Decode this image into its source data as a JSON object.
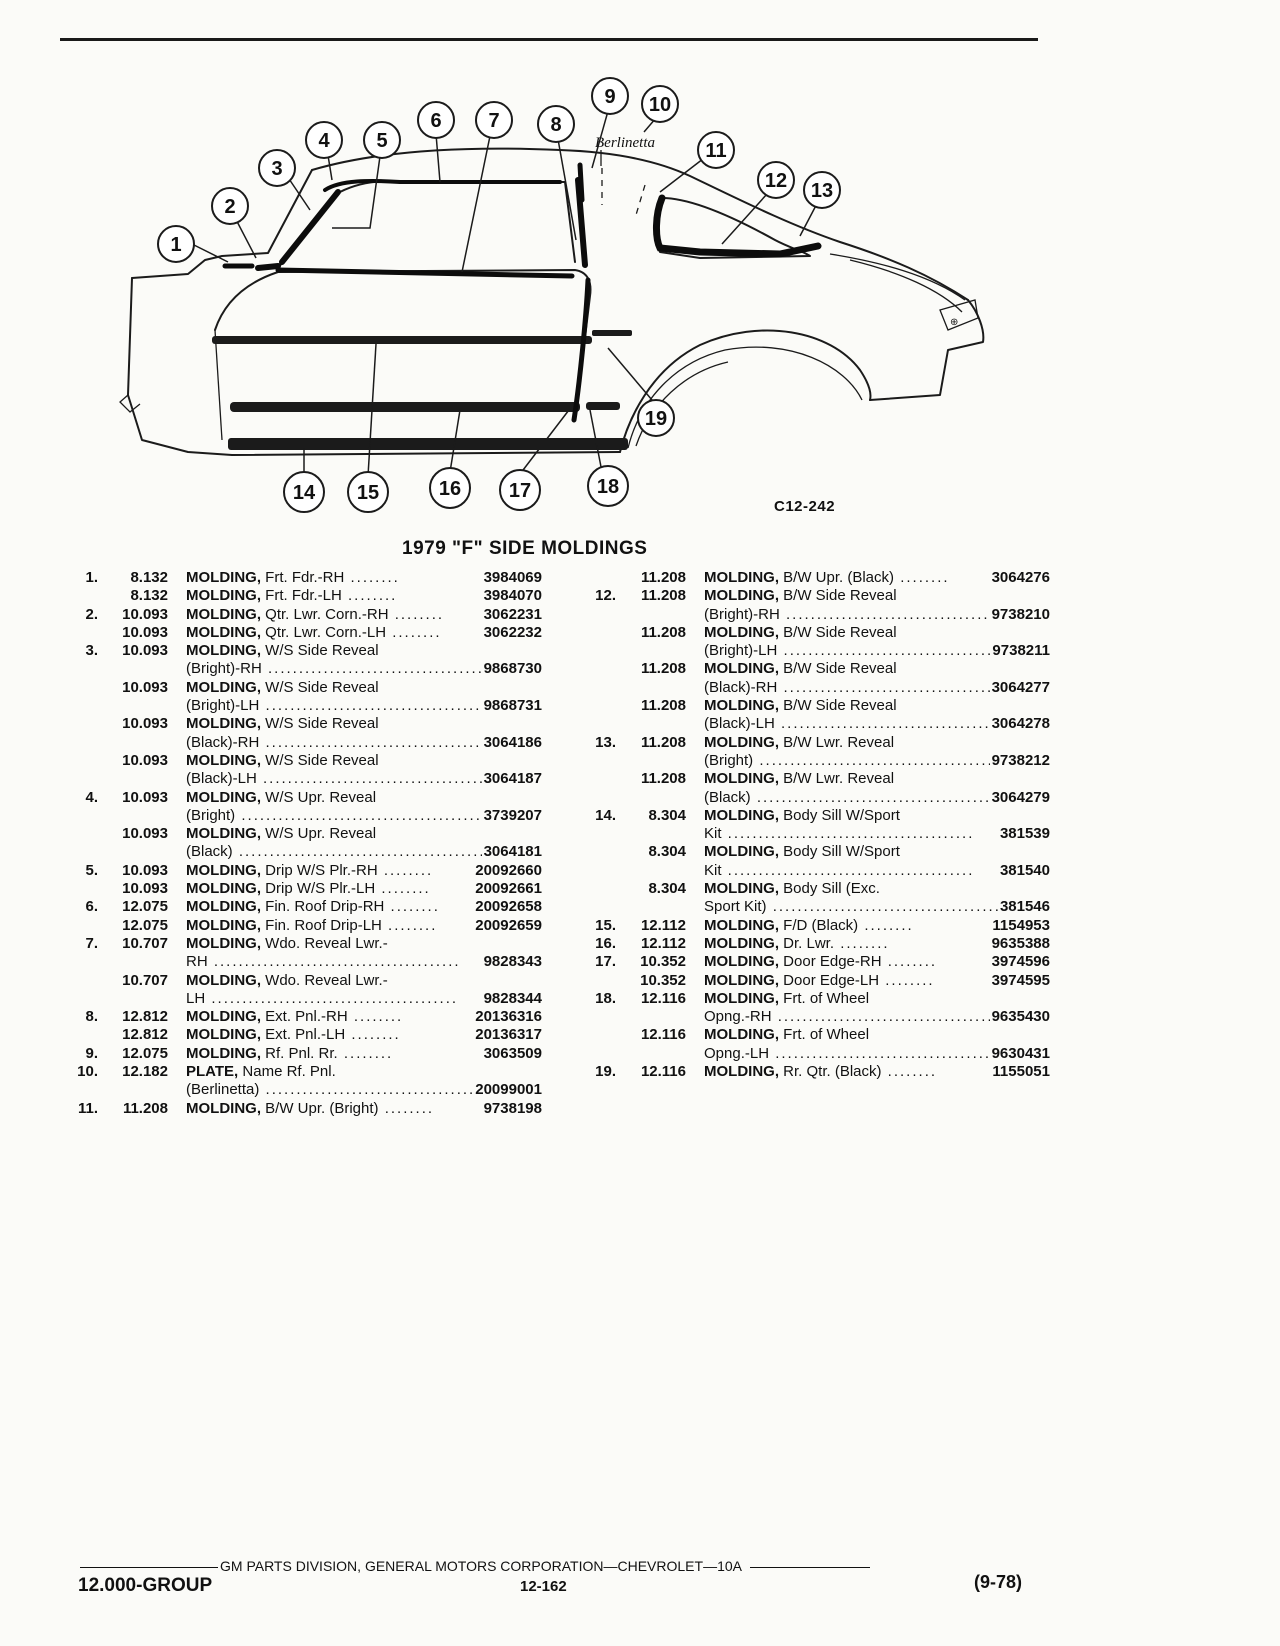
{
  "figure": {
    "code": "C12-242",
    "nameplate_script": "Berlinetta",
    "callouts": [
      "1",
      "2",
      "3",
      "4",
      "5",
      "6",
      "7",
      "8",
      "9",
      "10",
      "11",
      "12",
      "13",
      "14",
      "15",
      "16",
      "17",
      "18",
      "19"
    ]
  },
  "title": "1979 \"F\" SIDE MOLDINGS",
  "left_entries": [
    {
      "num": "1.",
      "code": "8.132",
      "name": "MOLDING,",
      "desc": "Frt. Fdr.-RH",
      "part": "3984069"
    },
    {
      "num": "",
      "code": "8.132",
      "name": "MOLDING,",
      "desc": "Frt. Fdr.-LH",
      "part": "3984070"
    },
    {
      "num": "2.",
      "code": "10.093",
      "name": "MOLDING,",
      "desc": "Qtr. Lwr. Corn.-RH",
      "part": "3062231"
    },
    {
      "num": "",
      "code": "10.093",
      "name": "MOLDING,",
      "desc": "Qtr. Lwr. Corn.-LH",
      "part": "3062232"
    },
    {
      "num": "3.",
      "code": "10.093",
      "name": "MOLDING,",
      "desc": "W/S Side Reveal",
      "desc2": "(Bright)-RH",
      "part": "9868730"
    },
    {
      "num": "",
      "code": "10.093",
      "name": "MOLDING,",
      "desc": "W/S Side Reveal",
      "desc2": "(Bright)-LH",
      "part": "9868731"
    },
    {
      "num": "",
      "code": "10.093",
      "name": "MOLDING,",
      "desc": "W/S Side Reveal",
      "desc2": "(Black)-RH",
      "part": "3064186"
    },
    {
      "num": "",
      "code": "10.093",
      "name": "MOLDING,",
      "desc": "W/S Side Reveal",
      "desc2": "(Black)-LH",
      "part": "3064187"
    },
    {
      "num": "4.",
      "code": "10.093",
      "name": "MOLDING,",
      "desc": "W/S Upr. Reveal",
      "desc2": "(Bright)",
      "part": "3739207"
    },
    {
      "num": "",
      "code": "10.093",
      "name": "MOLDING,",
      "desc": "W/S Upr. Reveal",
      "desc2": "(Black)",
      "part": "3064181"
    },
    {
      "num": "5.",
      "code": "10.093",
      "name": "MOLDING,",
      "desc": "Drip W/S Plr.-RH",
      "part": "20092660"
    },
    {
      "num": "",
      "code": "10.093",
      "name": "MOLDING,",
      "desc": "Drip W/S Plr.-LH",
      "part": "20092661"
    },
    {
      "num": "6.",
      "code": "12.075",
      "name": "MOLDING,",
      "desc": "Fin. Roof Drip-RH",
      "part": "20092658"
    },
    {
      "num": "",
      "code": "12.075",
      "name": "MOLDING,",
      "desc": "Fin. Roof Drip-LH",
      "part": "20092659"
    },
    {
      "num": "7.",
      "code": "10.707",
      "name": "MOLDING,",
      "desc": "Wdo. Reveal Lwr.-",
      "desc2": "RH",
      "part": "9828343"
    },
    {
      "num": "",
      "code": "10.707",
      "name": "MOLDING,",
      "desc": "Wdo. Reveal Lwr.-",
      "desc2": "LH",
      "part": "9828344"
    },
    {
      "num": "8.",
      "code": "12.812",
      "name": "MOLDING,",
      "desc": "Ext. Pnl.-RH",
      "part": "20136316"
    },
    {
      "num": "",
      "code": "12.812",
      "name": "MOLDING,",
      "desc": "Ext. Pnl.-LH",
      "part": "20136317"
    },
    {
      "num": "9.",
      "code": "12.075",
      "name": "MOLDING,",
      "desc": "Rf. Pnl. Rr.",
      "part": "3063509"
    },
    {
      "num": "10.",
      "code": "12.182",
      "name": "PLATE,",
      "desc": "Name Rf. Pnl.",
      "desc2": "(Berlinetta)",
      "part": "20099001"
    },
    {
      "num": "11.",
      "code": "11.208",
      "name": "MOLDING,",
      "desc": "B/W Upr. (Bright)",
      "part": "9738198"
    }
  ],
  "right_entries": [
    {
      "num": "",
      "code": "11.208",
      "name": "MOLDING,",
      "desc": "B/W Upr. (Black)",
      "part": "3064276"
    },
    {
      "num": "12.",
      "code": "11.208",
      "name": "MOLDING,",
      "desc": "B/W Side Reveal",
      "desc2": "(Bright)-RH",
      "part": "9738210"
    },
    {
      "num": "",
      "code": "11.208",
      "name": "MOLDING,",
      "desc": "B/W Side Reveal",
      "desc2": "(Bright)-LH",
      "part": "9738211"
    },
    {
      "num": "",
      "code": "11.208",
      "name": "MOLDING,",
      "desc": "B/W Side Reveal",
      "desc2": "(Black)-RH",
      "part": "3064277"
    },
    {
      "num": "",
      "code": "11.208",
      "name": "MOLDING,",
      "desc": "B/W Side Reveal",
      "desc2": "(Black)-LH",
      "part": "3064278"
    },
    {
      "num": "13.",
      "code": "11.208",
      "name": "MOLDING,",
      "desc": "B/W Lwr. Reveal",
      "desc2": "(Bright)",
      "part": "9738212"
    },
    {
      "num": "",
      "code": "11.208",
      "name": "MOLDING,",
      "desc": "B/W Lwr. Reveal",
      "desc2": "(Black)",
      "part": "3064279"
    },
    {
      "num": "14.",
      "code": "8.304",
      "name": "MOLDING,",
      "desc": "Body Sill W/Sport",
      "desc2": "Kit",
      "part": "381539"
    },
    {
      "num": "",
      "code": "8.304",
      "name": "MOLDING,",
      "desc": "Body Sill W/Sport",
      "desc2": "Kit",
      "part": "381540"
    },
    {
      "num": "",
      "code": "8.304",
      "name": "MOLDING,",
      "desc": "Body Sill (Exc.",
      "desc2": "Sport Kit)",
      "part": "381546"
    },
    {
      "num": "15.",
      "code": "12.112",
      "name": "MOLDING,",
      "desc": "F/D (Black)",
      "part": "1154953"
    },
    {
      "num": "16.",
      "code": "12.112",
      "name": "MOLDING,",
      "desc": "Dr. Lwr.",
      "part": "9635388"
    },
    {
      "num": "17.",
      "code": "10.352",
      "name": "MOLDING,",
      "desc": "Door Edge-RH",
      "part": "3974596"
    },
    {
      "num": "",
      "code": "10.352",
      "name": "MOLDING,",
      "desc": "Door Edge-LH",
      "part": "3974595"
    },
    {
      "num": "18.",
      "code": "12.116",
      "name": "MOLDING,",
      "desc": "Frt. of Wheel",
      "desc2": "Opng.-RH",
      "part": "9635430"
    },
    {
      "num": "",
      "code": "12.116",
      "name": "MOLDING,",
      "desc": "Frt. of Wheel",
      "desc2": "Opng.-LH",
      "part": "9630431"
    },
    {
      "num": "19.",
      "code": "12.116",
      "name": "MOLDING,",
      "desc": "Rr. Qtr. (Black)",
      "part": "1155051"
    }
  ],
  "footer": {
    "publisher": "GM PARTS DIVISION, GENERAL MOTORS CORPORATION—CHEVROLET—10A",
    "group": "12.000-GROUP",
    "page": "12-162",
    "date": "(9-78)"
  }
}
